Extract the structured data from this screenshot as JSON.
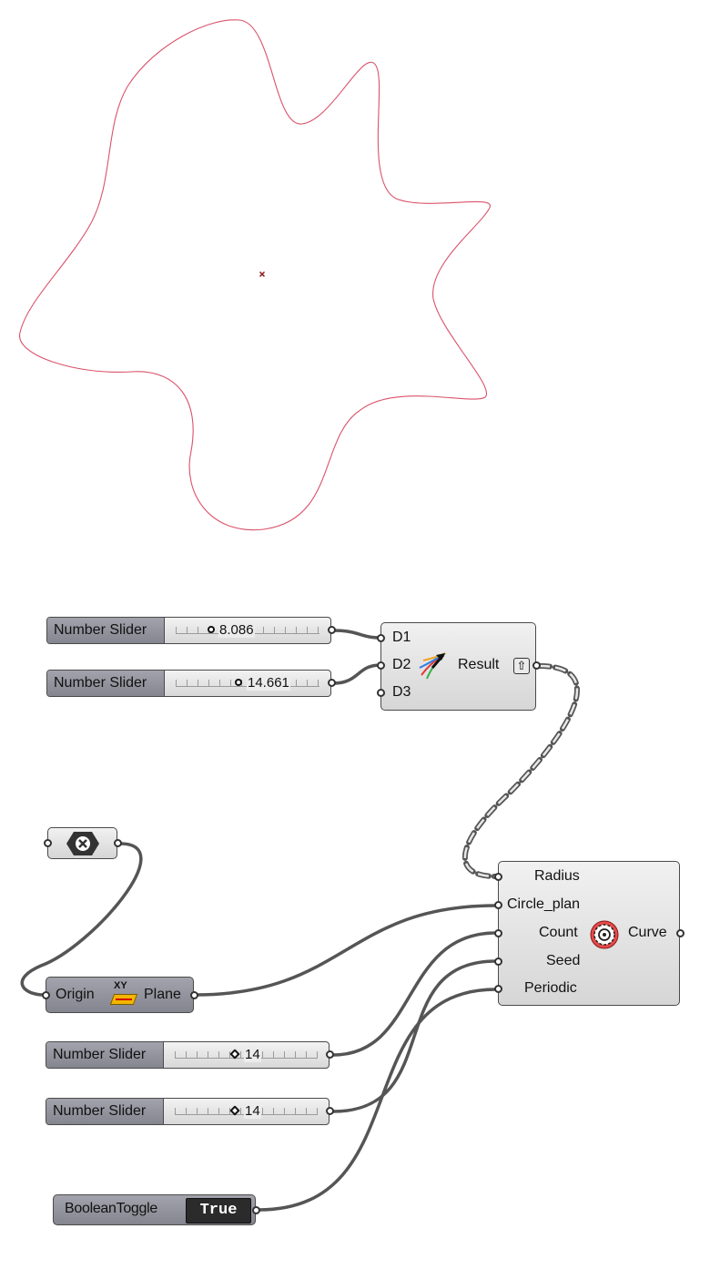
{
  "preview": {
    "curve_color": "#d9536a",
    "center_marker_color": "#8b1a1a"
  },
  "sliders": [
    {
      "name": "Number Slider",
      "value": "8.086",
      "grip": "circle"
    },
    {
      "name": "Number Slider",
      "value": "14.661",
      "grip": "circle"
    },
    {
      "name": "Number Slider",
      "value": "14",
      "grip": "diamond"
    },
    {
      "name": "Number Slider",
      "value": "14",
      "grip": "diamond"
    }
  ],
  "random_component": {
    "inputs": [
      "D1",
      "D2",
      "D3"
    ],
    "output": "Result",
    "icon": "random-arrow-icon"
  },
  "curve_component": {
    "inputs": [
      "Radius",
      "Circle_plan",
      "Count",
      "Seed",
      "Periodic"
    ],
    "output": "Curve",
    "icon": "target-circle-icon"
  },
  "cancel_component": {
    "icon": "close-hexagon-icon"
  },
  "plane_component": {
    "input": "Origin",
    "output": "Plane",
    "icon": "xy-plane-icon",
    "icon_text": "XY"
  },
  "boolean_toggle": {
    "name": "BooleanToggle",
    "value": "True"
  },
  "colors": {
    "wire": "#555555",
    "node_fill": "#e2e2e2",
    "param_fill": "#96969f"
  }
}
